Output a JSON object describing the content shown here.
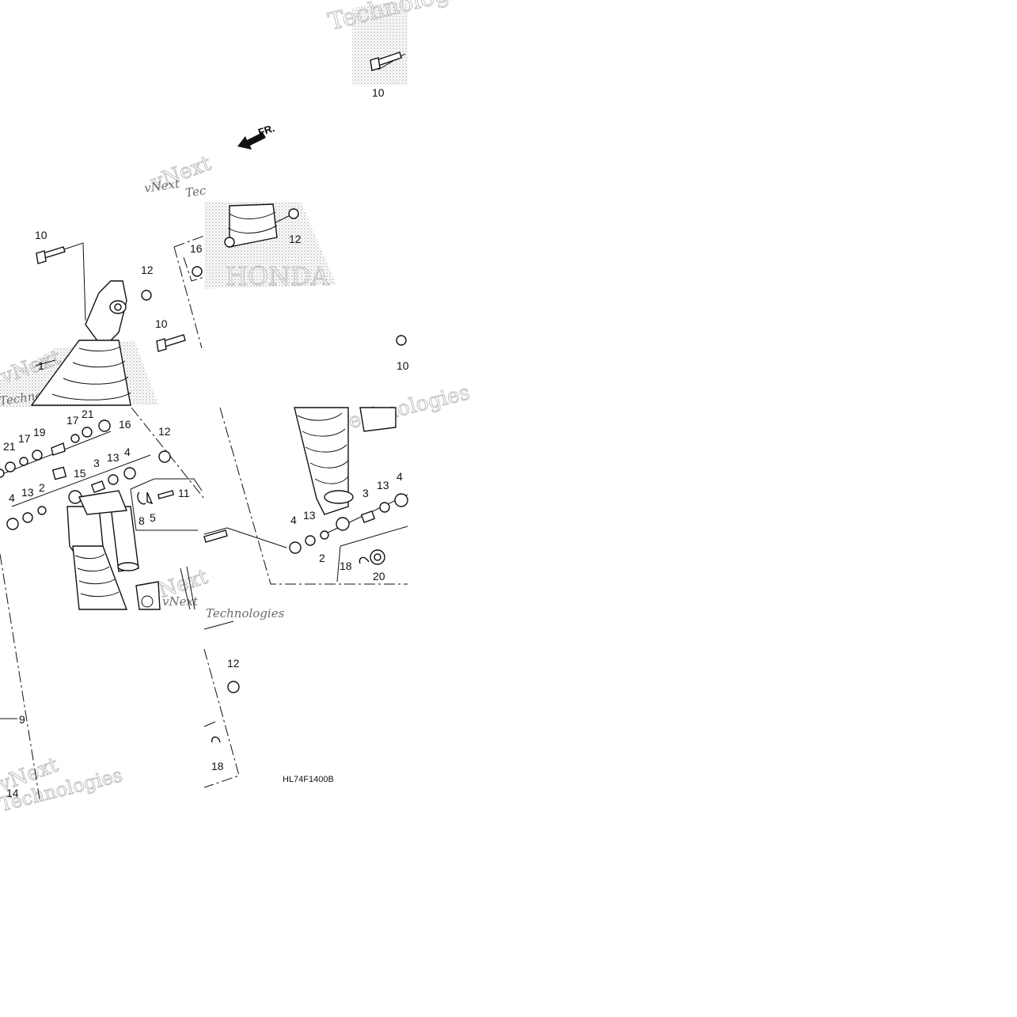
{
  "diagram": {
    "direction_label": "FR.",
    "code": "HL74F1400B",
    "watermark_lines": [
      "vNext",
      "Technologies"
    ],
    "callouts": [
      {
        "id": "c10a",
        "text": "10"
      },
      {
        "id": "c10b",
        "text": "10"
      },
      {
        "id": "c10c",
        "text": "10"
      },
      {
        "id": "c10d",
        "text": "10"
      },
      {
        "id": "c12a",
        "text": "12"
      },
      {
        "id": "c12b",
        "text": "12"
      },
      {
        "id": "c12c",
        "text": "12"
      },
      {
        "id": "c12d",
        "text": "12"
      },
      {
        "id": "c16a",
        "text": "16"
      },
      {
        "id": "c16b",
        "text": "16"
      },
      {
        "id": "c1",
        "text": "1"
      },
      {
        "id": "c21a",
        "text": "21"
      },
      {
        "id": "c21b",
        "text": "21"
      },
      {
        "id": "c17a",
        "text": "17"
      },
      {
        "id": "c17b",
        "text": "17"
      },
      {
        "id": "c19",
        "text": "19"
      },
      {
        "id": "c15",
        "text": "15"
      },
      {
        "id": "c3a",
        "text": "3"
      },
      {
        "id": "c3b",
        "text": "3"
      },
      {
        "id": "c13a",
        "text": "13"
      },
      {
        "id": "c13b",
        "text": "13"
      },
      {
        "id": "c13c",
        "text": "13"
      },
      {
        "id": "c13d",
        "text": "13"
      },
      {
        "id": "c4a",
        "text": "4"
      },
      {
        "id": "c4b",
        "text": "4"
      },
      {
        "id": "c4c",
        "text": "4"
      },
      {
        "id": "c4d",
        "text": "4"
      },
      {
        "id": "c2a",
        "text": "2"
      },
      {
        "id": "c2b",
        "text": "2"
      },
      {
        "id": "c11",
        "text": "11"
      },
      {
        "id": "c8",
        "text": "8"
      },
      {
        "id": "c5",
        "text": "5"
      },
      {
        "id": "c18a",
        "text": "18"
      },
      {
        "id": "c18b",
        "text": "18"
      },
      {
        "id": "c20",
        "text": "20"
      },
      {
        "id": "c9",
        "text": "9"
      },
      {
        "id": "c14",
        "text": "14"
      }
    ]
  }
}
